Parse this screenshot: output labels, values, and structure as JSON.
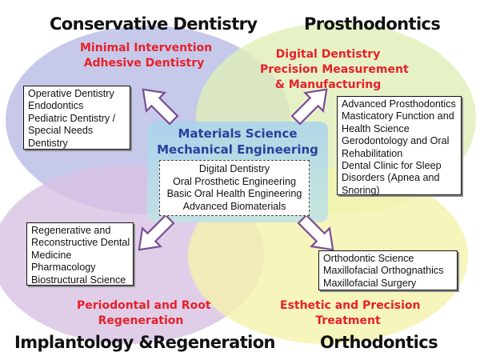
{
  "quadrants": {
    "top_left": {
      "title": "Conservative Dentistry",
      "focus": [
        "Minimal Intervention",
        "Adhesive Dentistry"
      ],
      "fields": [
        "Operative Dentistry",
        "Endodontics",
        "Pediatric Dentistry /",
        "Special Needs",
        "Dentistry"
      ],
      "color": "#c7c9ea"
    },
    "top_right": {
      "title": "Prosthodontics",
      "focus": [
        "Digital Dentistry",
        "Precision Measurement",
        "& Manufacturing"
      ],
      "fields": [
        "Advanced Prosthodontics",
        "Masticatory Function and",
        "Health Science",
        "Gerodontology and Oral",
        "Rehabilitation",
        "Dental Clinic for Sleep",
        "Disorders (Apnea and",
        "Snoring)"
      ],
      "color": "#e3f0bf"
    },
    "bottom_left": {
      "title": "Implantology &Regeneration",
      "focus": [
        "Periodontal and Root",
        "Regeneration"
      ],
      "fields": [
        "Regenerative and",
        "Reconstructive Dental",
        "Medicine",
        "Pharmacology",
        "Biostructural Science"
      ],
      "color": "#dcc9e6"
    },
    "bottom_right": {
      "title": "Orthodontics",
      "focus": [
        "Esthetic and Precision",
        "Treatment"
      ],
      "fields": [
        "Orthodontic Science",
        "Maxillofacial Orthognathics",
        "Maxillofacial Surgery"
      ],
      "color": "#f5f3b3"
    }
  },
  "center": {
    "title": [
      "Materials Science",
      "Mechanical Engineering"
    ],
    "fields": [
      "Digital Dentistry",
      "Oral Prosthetic Engineering",
      "Basic Oral Health Engineering",
      "Advanced Biomaterials"
    ],
    "color": "#bfe0ee"
  },
  "colors": {
    "focus_text": "#e8202a",
    "center_title": "#2b3f9e"
  }
}
